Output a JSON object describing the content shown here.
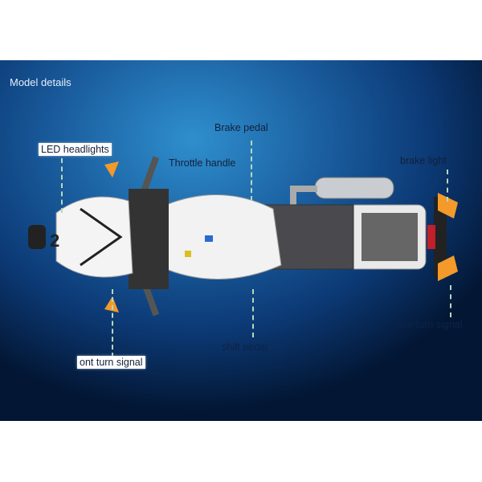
{
  "title": "Model details",
  "labels": {
    "led_headlights": "LED headlights",
    "throttle_handle": "Throttle handle",
    "brake_pedal": "Brake pedal",
    "brake_light": "brake light",
    "front_turn_signal": "ont turn signal",
    "shift_pedal": "shift pedal",
    "rear_turn_signal": "rear turn signal"
  },
  "model_number": "2",
  "colors": {
    "background": "#1a5d9e",
    "accent": "#f39a2a",
    "body": "#f2f2f2"
  }
}
